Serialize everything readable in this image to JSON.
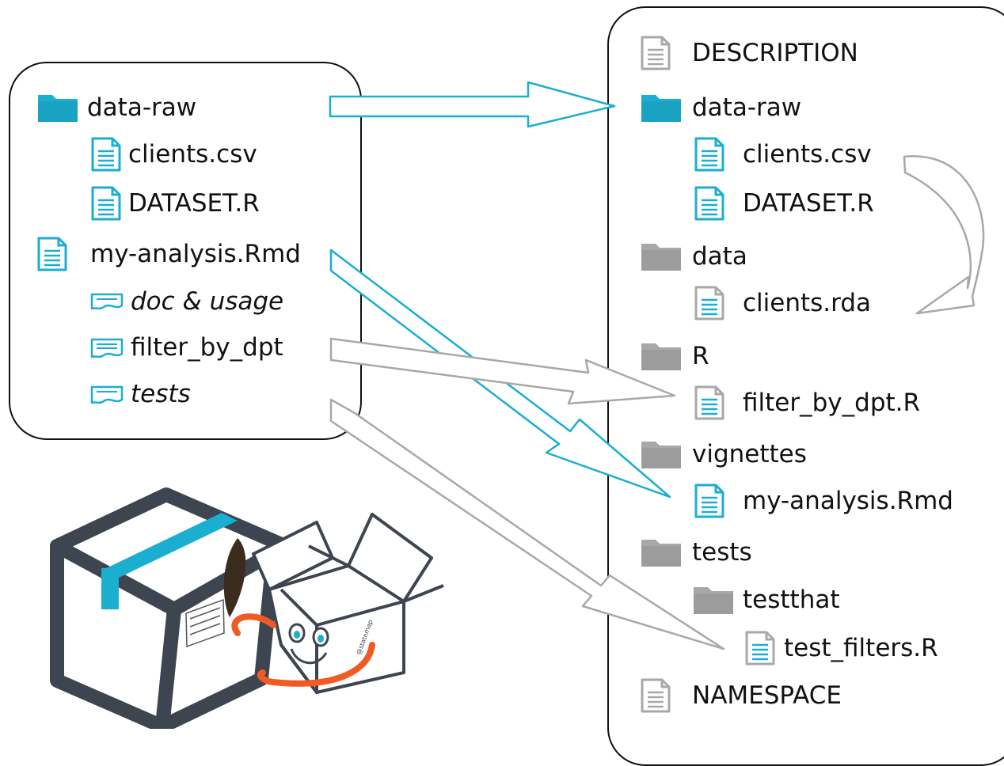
{
  "left_tree": {
    "folder_data_raw": "data-raw",
    "file_clients_csv": "clients.csv",
    "file_dataset_r": "DATASET.R",
    "file_my_analysis": "my-analysis.Rmd",
    "chunk_doc_usage": "doc & usage",
    "chunk_filter": "filter_by_dpt",
    "chunk_tests": "tests"
  },
  "right_tree": {
    "file_description": "DESCRIPTION",
    "folder_data_raw": "data-raw",
    "file_clients_csv": "clients.csv",
    "file_dataset_r": "DATASET.R",
    "folder_data": "data",
    "file_clients_rda": "clients.rda",
    "folder_r": "R",
    "file_filter_r": "filter_by_dpt.R",
    "folder_vignettes": "vignettes",
    "file_my_analysis": "my-analysis.Rmd",
    "folder_tests": "tests",
    "folder_testthat": "testthat",
    "file_test_filters": "test_filters.R",
    "file_namespace": "NAMESPACE"
  },
  "mascot": {
    "signature": "@statnmap"
  },
  "colors": {
    "blue": "#1aaed0",
    "gray": "#a8a8a8",
    "dark": "#3d4550",
    "orange": "#f05a23",
    "quill": "#3b2d1e"
  },
  "icons": {
    "folder": "folder-icon",
    "file": "file-icon",
    "chunk": "code-chunk-icon"
  }
}
